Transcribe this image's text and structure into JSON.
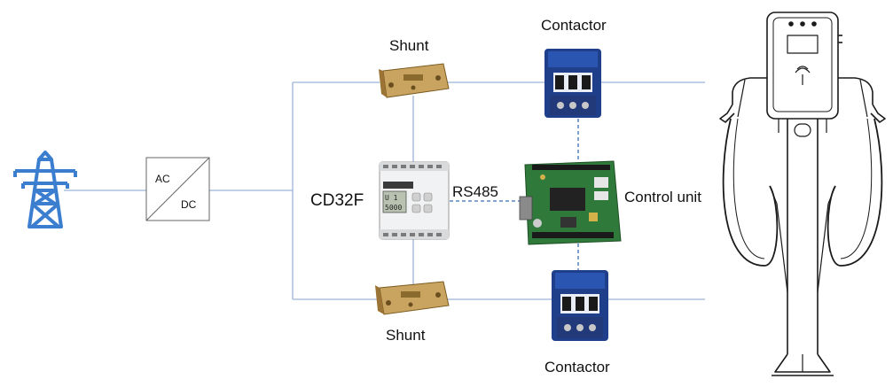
{
  "converter": {
    "top": "AC",
    "bottom": "DC"
  },
  "shunt_top": "Shunt",
  "shunt_bottom": "Shunt",
  "contactor_top": "Contactor",
  "contactor_bottom": "Contactor",
  "meter_name": "CD32F",
  "bus_label": "RS485",
  "control_unit": "Control unit",
  "meter_display": {
    "line1": "U 1",
    "line2": "5000"
  },
  "icons": [
    "transmission-tower-icon",
    "ac-dc-converter-icon",
    "shunt-icon",
    "contactor-icon",
    "power-meter-icon",
    "control-board-icon",
    "ev-charger-icon"
  ],
  "colors": {
    "wire": "#9ab4d8",
    "dashed_link": "#3a6fb5",
    "tower": "#3b7ed0",
    "contactor": "#1f3f8a",
    "shunt": "#b88a3a",
    "board": "#2f7a3a"
  }
}
